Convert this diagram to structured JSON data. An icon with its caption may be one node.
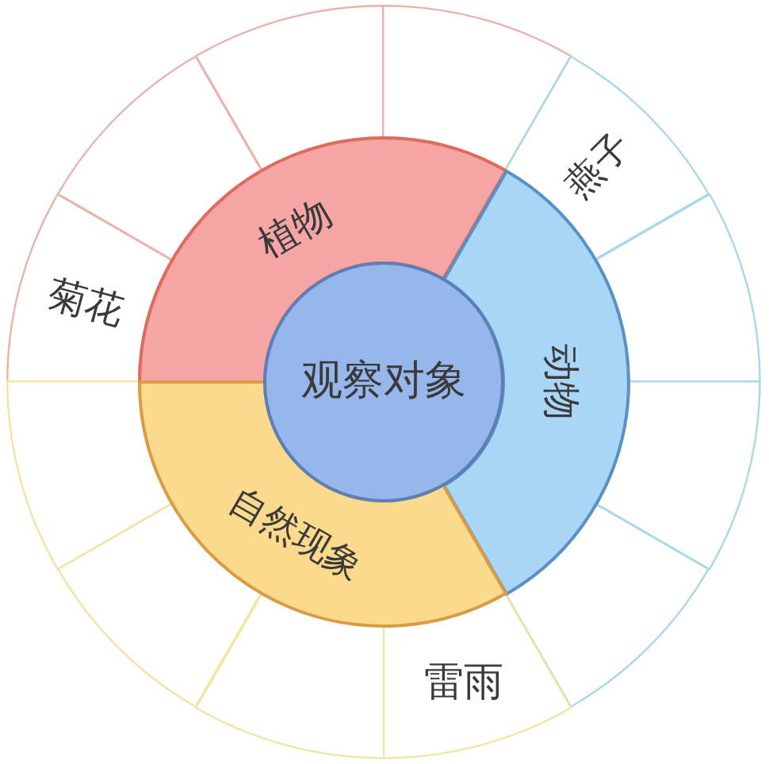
{
  "diagram": {
    "nodes": [
      {
        "text": [
          "观察对象"
        ]
      },
      {
        "text": [
          "植物"
        ]
      },
      {
        "text": [
          "动物"
        ]
      },
      {
        "text": [
          "自然现象"
        ]
      },
      {
        "text": [
          "菊花"
        ]
      },
      {
        "text": [],
        "shape": "sector"
      },
      {
        "text": [],
        "shape": "sector"
      },
      {
        "text": [],
        "shape": "sector"
      },
      {
        "text": [
          "燕子"
        ]
      },
      {
        "text": [],
        "shape": "sector"
      },
      {
        "text": [],
        "shape": "sector"
      },
      {
        "text": [],
        "shape": "sector"
      },
      {
        "text": [
          "雷雨"
        ]
      },
      {
        "text": [],
        "shape": "sector"
      },
      {
        "text": [],
        "shape": "sector"
      },
      {
        "text": [],
        "shape": "sector"
      }
    ]
  }
}
